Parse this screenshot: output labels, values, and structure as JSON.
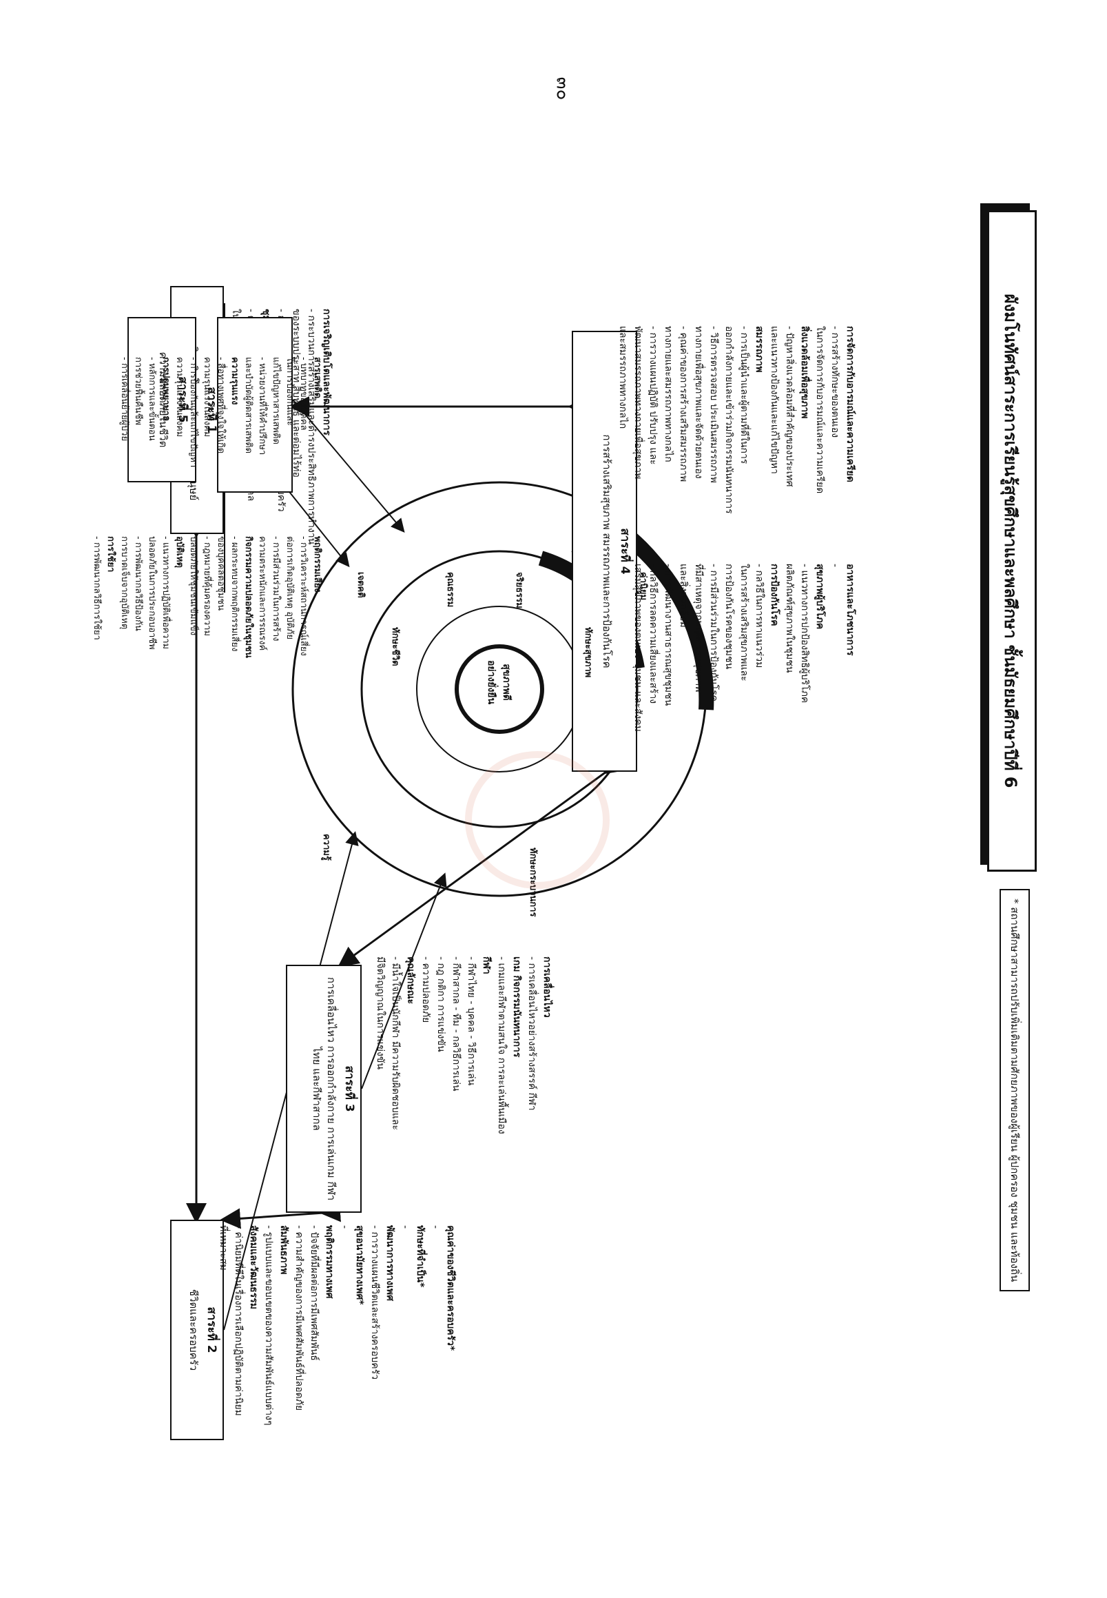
{
  "page_number": "๓๐",
  "title": "ผังมโนทัศน์สาระการเรียนรู้สุขศึกษาและพลศึกษา ชั้นมัธยมศึกษาปีที่ 6",
  "center": {
    "line1": "สุขภาพดี",
    "line2": "อย่างยั่งยืน"
  },
  "inner_ring": [
    "ทักษะชีวิต",
    "ทักษะสุขภาพ"
  ],
  "middle_ring": [
    "เจตคติ",
    "คุณธรรม",
    "จริยธรรม",
    "ค่านิยม"
  ],
  "outer_ring": [
    "ความรู้",
    "ทักษะกระบวนการ"
  ],
  "strands": [
    {
      "key": "s1",
      "label": "สาระที่ 1",
      "name": "การเจริญเติบโตและพัฒนาการของมนุษย์",
      "items": [
        {
          "t": "การเจริญเติบโตและพัฒนาการ",
          "h": true
        },
        {
          "t": "- กระบวนการสร้างเสริมและดำรงประสิทธิภาพการทำงาน",
          "h": false
        },
        {
          "t": "ของระบบประสาท สืบพันธุ์ และต่อมไร้ท่อ",
          "h": false
        },
        {
          "t": "- การวางแผนดูแลสุขภาพของ บุคคลในครอบครัว",
          "h": false
        },
        {
          "t": "ชุมชนและสังคม",
          "h": true
        },
        {
          "t": "- คุณค่าของการวางแผนดูแลสุขภาพของบุคคล",
          "h": false
        },
        {
          "t": "ในครอบครัว ชุมชน และสังคม",
          "h": false
        }
      ]
    },
    {
      "key": "s2",
      "label": "สาระที่ 2",
      "name": "ชีวิตและครอบครัว",
      "items": [
        {
          "t": "คุณค่าของชีวิตและครอบครัว*",
          "h": true
        },
        {
          "t": "-",
          "h": false
        },
        {
          "t": "ทักษะที่จำเป็น*",
          "h": true
        },
        {
          "t": "-",
          "h": false
        },
        {
          "t": "พัฒนาการทางเพศ",
          "h": true
        },
        {
          "t": "- การวางแผนชีวิตและสร้างครอบครัว",
          "h": false
        },
        {
          "t": "สุขอนามัยทางเพศ*",
          "h": true
        },
        {
          "t": "-",
          "h": false
        },
        {
          "t": "พฤติกรรมทางเพศ",
          "h": true
        },
        {
          "t": "- ปัจจัยที่มีผลต่อการมีเพศสัมพันธ์",
          "h": false
        },
        {
          "t": "- ความสำคัญของการมีเพศสัมพันธ์ที่ปลอดภัย",
          "h": false
        },
        {
          "t": "สัมพันธภาพ",
          "h": true
        },
        {
          "t": "- รูปแบบและขอบเขตของความสัมพันธ์แบบต่างๆ",
          "h": false
        },
        {
          "t": "สังคมและวัฒนธรรม",
          "h": true
        },
        {
          "t": "- ค่านิยมที่ดีในเรื่องการเลือกปฏิบัติตามค่านิยม",
          "h": false
        },
        {
          "t": "ที่เหมาะสม",
          "h": false
        }
      ]
    },
    {
      "key": "s3",
      "label": "สาระที่ 3",
      "name": "การเคลื่อนไหว การออกกำลังกาย การเล่นเกม กีฬาไทย และกีฬาสากล",
      "items": [
        {
          "t": "การเคลื่อนไหว",
          "h": true
        },
        {
          "t": "- การเคลื่อนไหวอย่างสร้างสรรค์ กีฬา",
          "h": false
        },
        {
          "t": "เกม กิจกรรมนันทนาการ",
          "h": true
        },
        {
          "t": "- เกมและกีฬาตามสนใจ การละเล่นพื้นเมือง",
          "h": false
        },
        {
          "t": "กีฬา",
          "h": true
        },
        {
          "t": "- กีฬาไทย   - บุคคล   - วิธีการเล่น",
          "h": false
        },
        {
          "t": "- กีฬาสากล   - ทีม   - กลวิธีการเล่น",
          "h": false
        },
        {
          "t": "- กฎ กติกา การแข่งขัน",
          "h": false
        },
        {
          "t": "- ความปลอดภัย",
          "h": false
        },
        {
          "t": "คุณลักษณะ",
          "h": true
        },
        {
          "t": "- มีน้ำใจเป็นนักกีฬา มีความรับผิดชอบและ",
          "h": false
        },
        {
          "t": "มีจิตวิญญาณในการแข่งขัน",
          "h": false
        }
      ]
    },
    {
      "key": "s4",
      "label": "สาระที่ 4",
      "name": "การสร้างเสริมสุขภาพ สมรรถภาพและการป้องกันโรค",
      "items_a": [
        {
          "t": "อาหารและโภชนาการ",
          "h": true
        },
        {
          "t": "-",
          "h": false
        },
        {
          "t": "สุขภาพผู้บริโภค",
          "h": true
        },
        {
          "t": "- แนวทางการปกป้องสิทธิผู้บริโภค",
          "h": false
        },
        {
          "t": "ผลิตภัณฑ์สุขภาพในชุมชน",
          "h": false
        },
        {
          "t": "การป้องกันโรค",
          "h": true
        },
        {
          "t": "- กลวิธีในการหาแนวร่วม",
          "h": false
        },
        {
          "t": "ในการสร้างเสริมสุขภาพและ",
          "h": false
        },
        {
          "t": "การป้องกันโรคของชุมชน",
          "h": false
        },
        {
          "t": "- การมีส่วนร่วมในการป้องกันโรค",
          "h": false
        },
        {
          "t": "ที่มีสาเหตุจากพฤติกรรมสุขภาพ",
          "h": false
        },
        {
          "t": "และสิ่งแวดล้อม",
          "h": false
        },
        {
          "t": "- การพัฒนางานสาธารณสุขชุมชน",
          "h": false
        },
        {
          "t": "- กลวิธีการลดความเสี่ยงและสร้าง",
          "h": false
        },
        {
          "t": "เสริมสุขภาพของตนเอง ชุมชน และสังคม",
          "h": false
        }
      ],
      "items_b": [
        {
          "t": "การจัดการกับอารมณ์และความเครียด",
          "h": true
        },
        {
          "t": "- การสร้างทักษะของตนเอง",
          "h": false
        },
        {
          "t": "ในการจัดการกับอารมณ์และความเครียด",
          "h": false
        },
        {
          "t": "สิ่งแวดล้อมเพื่อสุขภาพ",
          "h": true
        },
        {
          "t": "- ปัญหาสิ่งแวดล้อมที่สำคัญของประเทศ",
          "h": false
        },
        {
          "t": "และแนวทางป้องกันและแก้ไขปัญหา",
          "h": false
        },
        {
          "t": "สมรรถภาพ",
          "h": true
        },
        {
          "t": "- การเป็นผู้นำและผู้ตามที่ดีในการ",
          "h": false
        },
        {
          "t": "ออกกำลังกายและเข้าร่วมกิจกรรมนันทนาการ",
          "h": false
        },
        {
          "t": "- วิธีการตรวจสอบ ประเมินสมรรถภาพ",
          "h": false
        },
        {
          "t": "ทางกายเพื่อสุขภาพและจัดด้วยตนเอง",
          "h": false
        },
        {
          "t": "- คุณค่าของการสร้างเสริมสมรรถภาพ",
          "h": false
        },
        {
          "t": "ทางกายและสมรรถภาพทางกลไก",
          "h": false
        },
        {
          "t": "- การวางแผนปฏิบัติ ปรับปรุง และ",
          "h": false
        },
        {
          "t": "พัฒนาสมรรถภาพทางกายเพื่อสุขภาพ",
          "h": false
        },
        {
          "t": "และสมรรถภาพทางกลไก",
          "h": false
        }
      ]
    },
    {
      "key": "s5",
      "label": "สาระที่ 5",
      "name": "ความปลอดภัยในชีวิต",
      "items_a": [
        {
          "t": "พฤติกรรมเสี่ยง",
          "h": true
        },
        {
          "t": "- การวิเคราะห์สถานการณ์เสี่ยง",
          "h": false
        },
        {
          "t": "ต่อการเกิดอุบัติเหตุ อุบัติภัย",
          "h": false
        },
        {
          "t": "- การมีส่วนร่วมในการสร้าง",
          "h": false
        },
        {
          "t": "ความตระหนักและการรณรงค์",
          "h": false
        },
        {
          "t": "กิจกรรมความปลอดภัยในชุมชน",
          "h": true
        },
        {
          "t": "- ผลกระทบจากพฤติกรรมเสี่ยง",
          "h": false
        },
        {
          "t": "ของบุคคลต่อชุมชน",
          "h": false
        },
        {
          "t": "- กฎหมายที่คุ้มครองความ",
          "h": false
        },
        {
          "t": "ปลอดภัยให้ชุมชนเข้มแข็ง",
          "h": false
        },
        {
          "t": "อุบัติเหตุ",
          "h": true
        },
        {
          "t": "- แนวทางการปฏิบัติเพื่อความ",
          "h": false
        },
        {
          "t": "ปลอดภัยในการประกอบอาชีพ",
          "h": false
        },
        {
          "t": "- การพัฒนากลวิธีป้องกัน",
          "h": false
        },
        {
          "t": "การบาดเจ็บจากอุบัติเหตุ",
          "h": false
        },
        {
          "t": "การใช้ยา",
          "h": true
        },
        {
          "t": "- การพัฒนากลวิธีการใช้ยา",
          "h": false
        }
      ],
      "items_b": [
        {
          "t": "สารเสพติด",
          "h": true
        },
        {
          "t": "- บทบาทของบุคคล",
          "h": false
        },
        {
          "t": "ในการป้องกันและ",
          "h": false
        },
        {
          "t": "แก้ไขปัญหาสารเสพติด",
          "h": false
        },
        {
          "t": "- หน่วยงานที่ให้คำปรึกษา",
          "h": false
        },
        {
          "t": "และบำบัดผู้ติดสารเสพติด",
          "h": false
        },
        {
          "t": "ความรุนแรง",
          "h": true
        },
        {
          "t": "- สื่อทางเพศที่จูงใจให้เกิด",
          "h": false
        },
        {
          "t": "ความรุนแรงในสังคม",
          "h": false
        },
        {
          "t": "- การป้องกันและแก้ไขปัญหา",
          "h": false
        },
        {
          "t": "ความรุนแรงในสังคม",
          "h": false
        },
        {
          "t": "การปฐมพยาบาล",
          "h": true
        },
        {
          "t": "- หลักการและขั้นตอน",
          "h": false
        },
        {
          "t": "การช่วยฟื้นคืนชีพ",
          "h": false
        },
        {
          "t": "- การเคลื่อนย้ายผู้ป่วย",
          "h": false
        }
      ]
    }
  ],
  "footnote": "* สถานศึกษาสามารถปรับเพิ่มเติมตามศักยภาพของผู้เรียน ผู้ปกครอง ชุมชน และท้องถิ่น",
  "colors": {
    "ink": "#111111",
    "watermark": "#d8785a"
  }
}
